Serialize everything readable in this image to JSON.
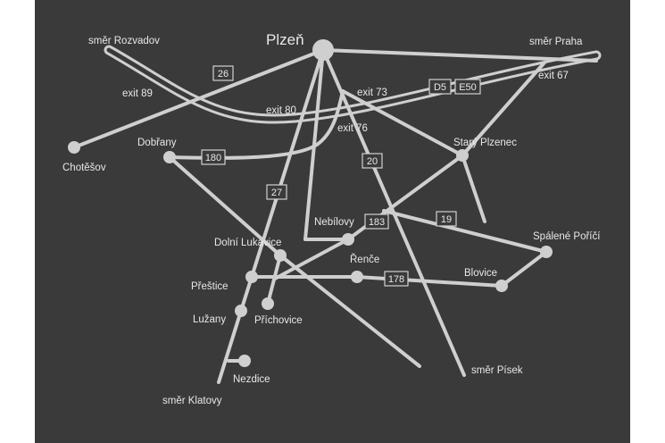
{
  "map": {
    "city": "Plzeň",
    "towns": {
      "chotesov": "Chotěšov",
      "dobrany": "Dobřany",
      "stary_plzenec": "Starý Plzenec",
      "nebilovy": "Nebílovy",
      "dolni_lukavice": "Dolní Lukavice",
      "spalene_porici": "Spálené Poříčí",
      "rence": "Řenče",
      "prestice": "Přeštice",
      "blovice": "Blovice",
      "luzany": "Lužany",
      "prichovice": "Příchovice",
      "nezdice": "Nezdice"
    },
    "directions": {
      "rozvadov": "směr Rozvadov",
      "praha": "směr Praha",
      "klatovy": "směr Klatovy",
      "pisek": "směr Písek"
    },
    "exits": {
      "exit89": "exit 89",
      "exit80": "exit 80",
      "exit73": "exit 73",
      "exit76": "exit 76",
      "exit67": "exit 67"
    },
    "roads": {
      "r26": "26",
      "r180": "180",
      "r27": "27",
      "r20": "20",
      "r183": "183",
      "r19": "19",
      "r178": "178",
      "d5": "D5",
      "e50": "E50"
    }
  }
}
